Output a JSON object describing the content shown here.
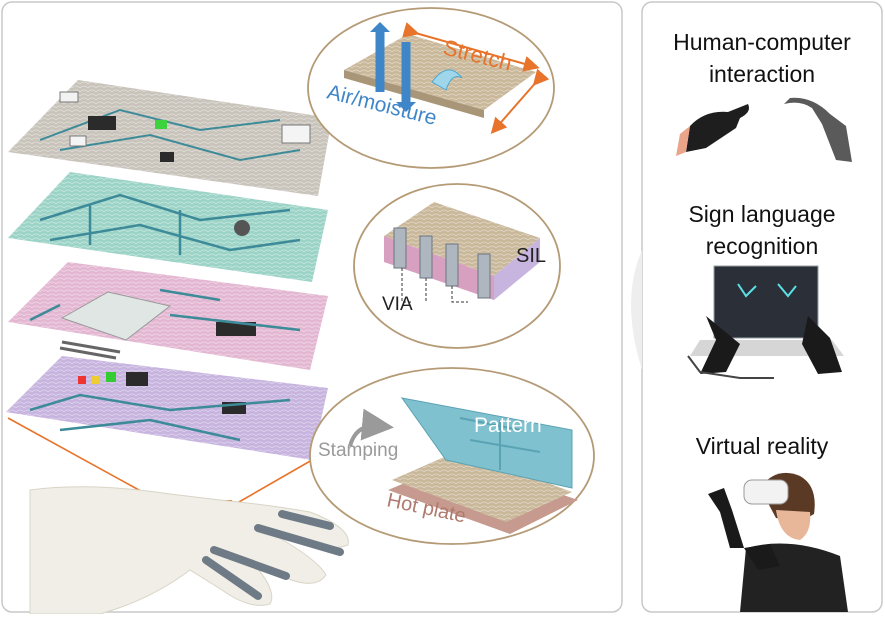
{
  "insets": {
    "top": {
      "stretch": "Stretch",
      "air_moisture": "Air/moisture"
    },
    "middle": {
      "sil": "SIL",
      "via": "VIA"
    },
    "bottom": {
      "pattern": "Pattern",
      "stamping": "Stamping",
      "hot_plate": "Hot plate"
    }
  },
  "applications": [
    {
      "title_line1": "Human-computer",
      "title_line2": "interaction"
    },
    {
      "title_line1": "Sign language",
      "title_line2": "recognition"
    },
    {
      "title_line1": "Virtual reality",
      "title_line2": ""
    }
  ],
  "colors": {
    "orange": "#e8732a",
    "blue": "#3f86c8",
    "layer_gray": "#c9c4bb",
    "layer_teal": "#9cd3c7",
    "layer_pink": "#e3b7d2",
    "layer_purple": "#c7b4df",
    "pattern_blue": "#7fc1cf",
    "hotplate": "#c79a8f"
  }
}
